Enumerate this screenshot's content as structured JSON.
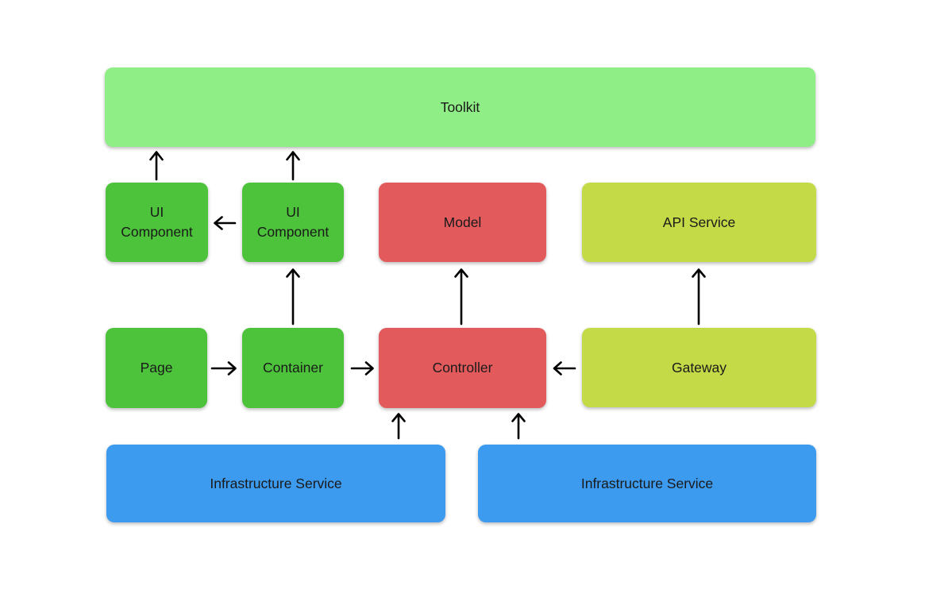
{
  "diagram": {
    "nodes": {
      "toolkit": {
        "label": "Toolkit"
      },
      "ui_component_1": {
        "label": "UI Component"
      },
      "ui_component_2": {
        "label": "UI Component"
      },
      "model": {
        "label": "Model"
      },
      "api_service": {
        "label": "API Service"
      },
      "page": {
        "label": "Page"
      },
      "container": {
        "label": "Container"
      },
      "controller": {
        "label": "Controller"
      },
      "gateway": {
        "label": "Gateway"
      },
      "infrastructure_service_1": {
        "label": "Infrastructure Service"
      },
      "infrastructure_service_2": {
        "label": "Infrastructure Service"
      }
    },
    "colors": {
      "toolkit": "#90EE86",
      "component": "#4CC33A",
      "mvc": "#E25A5C",
      "service": "#C4DB47",
      "infrastructure": "#3C9AEF",
      "arrow": "#000000",
      "text": "#1A1A1A",
      "background": "#FFFFFF"
    },
    "edges": [
      {
        "from": "ui_component_1",
        "to": "toolkit",
        "direction": "up"
      },
      {
        "from": "ui_component_2",
        "to": "toolkit",
        "direction": "up"
      },
      {
        "from": "ui_component_2",
        "to": "ui_component_1",
        "direction": "left"
      },
      {
        "from": "container",
        "to": "ui_component_2",
        "direction": "up"
      },
      {
        "from": "controller",
        "to": "model",
        "direction": "up"
      },
      {
        "from": "gateway",
        "to": "api_service",
        "direction": "up"
      },
      {
        "from": "page",
        "to": "container",
        "direction": "right"
      },
      {
        "from": "container",
        "to": "controller",
        "direction": "right"
      },
      {
        "from": "gateway",
        "to": "controller",
        "direction": "left"
      },
      {
        "from": "infrastructure_service_1",
        "to": "controller",
        "direction": "up"
      },
      {
        "from": "infrastructure_service_2",
        "to": "controller",
        "direction": "up"
      }
    ]
  }
}
